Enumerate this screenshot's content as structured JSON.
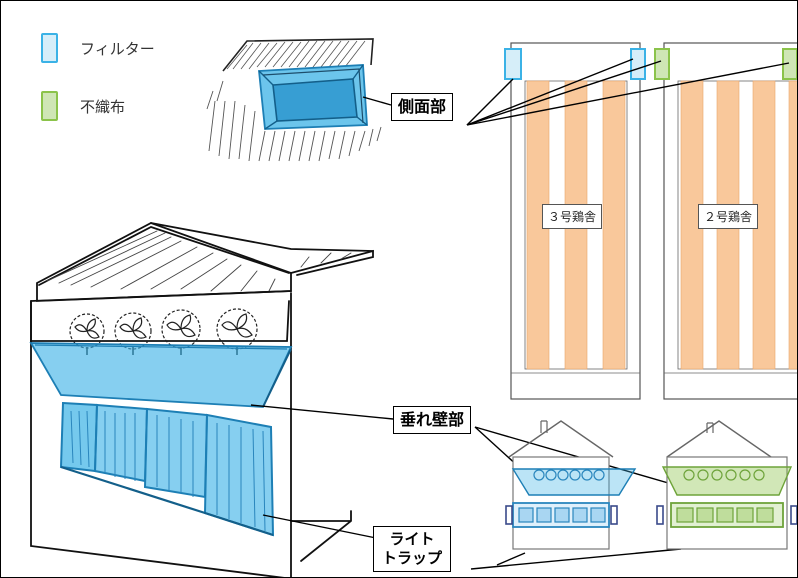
{
  "legend": {
    "filter": {
      "label": "フィルター",
      "color": "#3bb2e6",
      "fill": "#d6eef9"
    },
    "nonwoven": {
      "label": "不織布",
      "color": "#8bc34a",
      "fill": "#cfe6b5"
    }
  },
  "callouts": {
    "side": "側面部",
    "hanging_wall": "垂れ壁部",
    "light_trap_line1": "ライト",
    "light_trap_line2": "トラップ"
  },
  "houses": {
    "house3": "３号鶏舎",
    "house2": "２号鶏舎"
  },
  "colors": {
    "stripe": "#f9c89b",
    "stripe_edge": "#e8a56b"
  }
}
